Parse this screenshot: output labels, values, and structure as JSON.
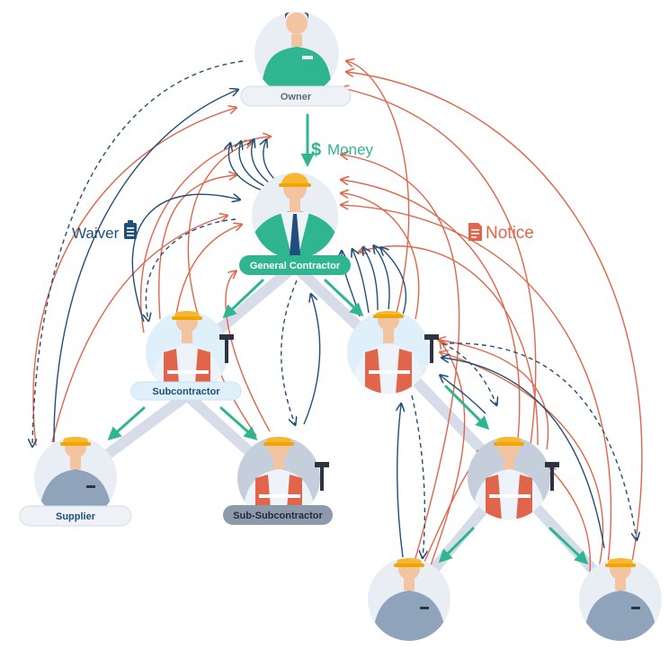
{
  "legend": {
    "money_label": "Money",
    "money_symbol": "$",
    "waiver_label": "Waiver",
    "notice_label": "Notice"
  },
  "nodes": {
    "owner": "Owner",
    "general_contractor": "General Contractor",
    "subcontractor": "Subcontractor",
    "supplier": "Supplier",
    "sub_subcontractor": "Sub-Subcontractor"
  },
  "colors": {
    "money": "#2fb58f",
    "waiver": "#1f4f7a",
    "notice": "#e0654a",
    "connector": "#d6dde8",
    "circle": "#e9eef5",
    "pill_light": "#eef1f5",
    "pill_sub": "#dff0fb",
    "pill_subsub": "#8d9aab"
  },
  "icons": {
    "money": "dollar-icon",
    "waiver": "clipboard-icon",
    "notice": "document-icon"
  }
}
